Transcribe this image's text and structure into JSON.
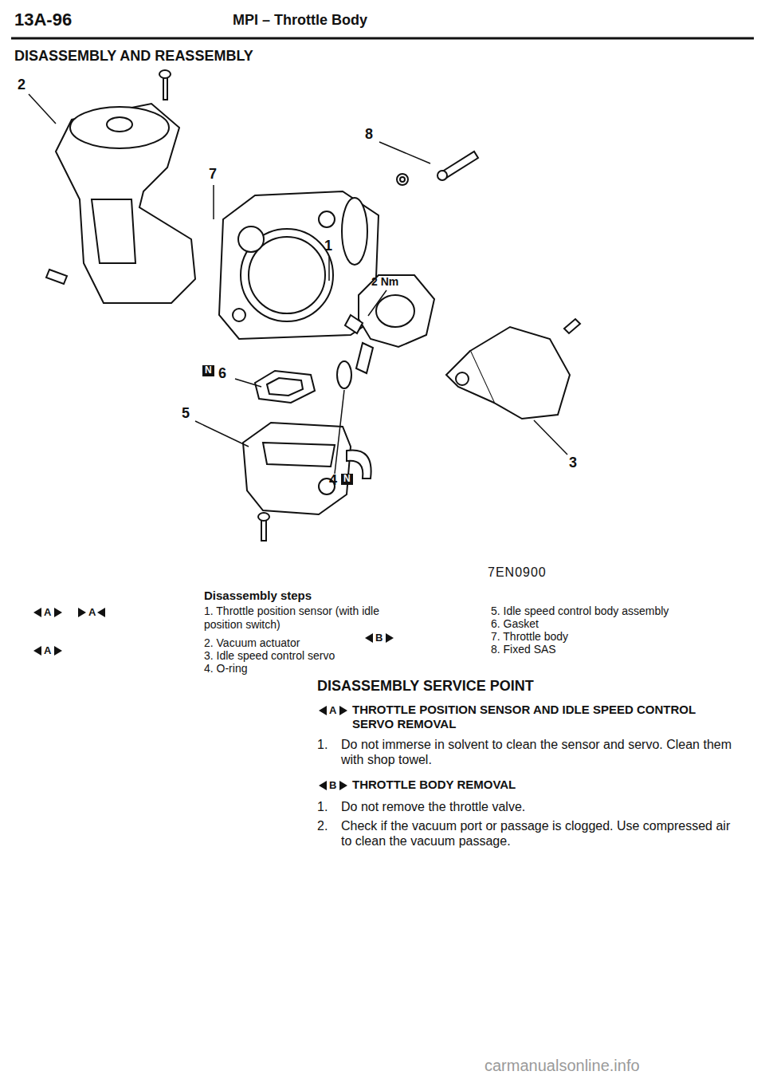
{
  "diagram": {
    "title": "DISASSEMBLY AND REASSEMBLY",
    "labels": [
      "13A-96",
      "MPI – Throttle Body",
      "2",
      "8",
      "7",
      "1",
      "2 Nm",
      "N",
      "6",
      "5",
      "3",
      "4",
      "N",
      "7EN0900",
      "Disassembly steps",
      "A",
      "A",
      "1. Throttle position sensor (with idle position switch)",
      "2. Vacuum actuator",
      "A",
      "3. Idle speed control servo",
      "4. O-ring",
      "5. Idle speed control body assembly",
      "6. Gasket",
      "B",
      "7. Throttle body",
      "8. Fixed SAS",
      "DISASSEMBLY SERVICE POINT",
      "A",
      "THROTTLE POSITION SENSOR AND IDLE SPEED CONTROL SERVO REMOVAL",
      "1.",
      "Do not immerse in solvent to clean the sensor and servo. Clean them with shop towel.",
      "B",
      "THROTTLE BODY REMOVAL",
      "1.",
      "Do not remove the throttle valve.",
      "2.",
      "Check if the vacuum port or passage is clogged. Use compressed air to clean the vacuum passage.",
      "carmanualsonline.info"
    ]
  }
}
